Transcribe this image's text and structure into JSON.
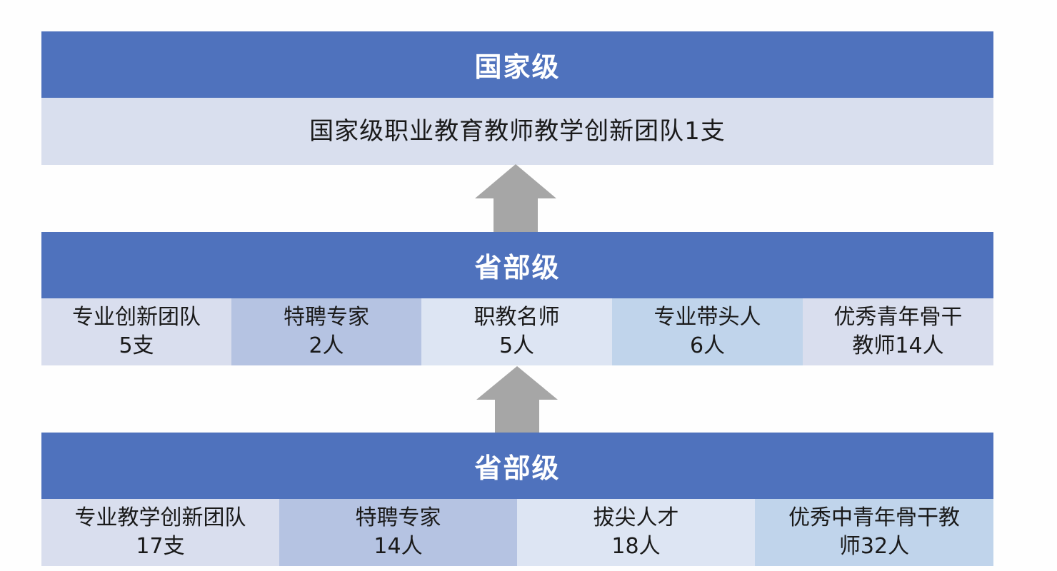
{
  "tiers": [
    {
      "header": "国家级",
      "cells": [
        {
          "line1": "国家级职业教育教师教学创新团队1支",
          "line2": ""
        }
      ]
    },
    {
      "header": "省部级",
      "cells": [
        {
          "line1": "专业创新团队",
          "line2": "5支"
        },
        {
          "line1": "特聘专家",
          "line2": "2人"
        },
        {
          "line1": "职教名师",
          "line2": "5人"
        },
        {
          "line1": "专业带头人",
          "line2": "6人"
        },
        {
          "line1": "优秀青年骨干",
          "line2": "教师14人"
        }
      ]
    },
    {
      "header": "省部级",
      "cells": [
        {
          "line1": "专业教学创新团队",
          "line2": "17支"
        },
        {
          "line1": "特聘专家",
          "line2": "14人"
        },
        {
          "line1": "拔尖人才",
          "line2": "18人"
        },
        {
          "line1": "优秀中青年骨干教",
          "line2": "师32人"
        }
      ]
    }
  ],
  "colors": {
    "header": "#4f72bd",
    "header_text": "#ffffff",
    "arrow": "#a6a6a6",
    "cell_shades": [
      "#d9deee",
      "#b5c3e2",
      "#dde5f3",
      "#c0d4eb"
    ]
  },
  "icons": [
    "arrow-up-icon",
    "arrow-up-icon"
  ]
}
